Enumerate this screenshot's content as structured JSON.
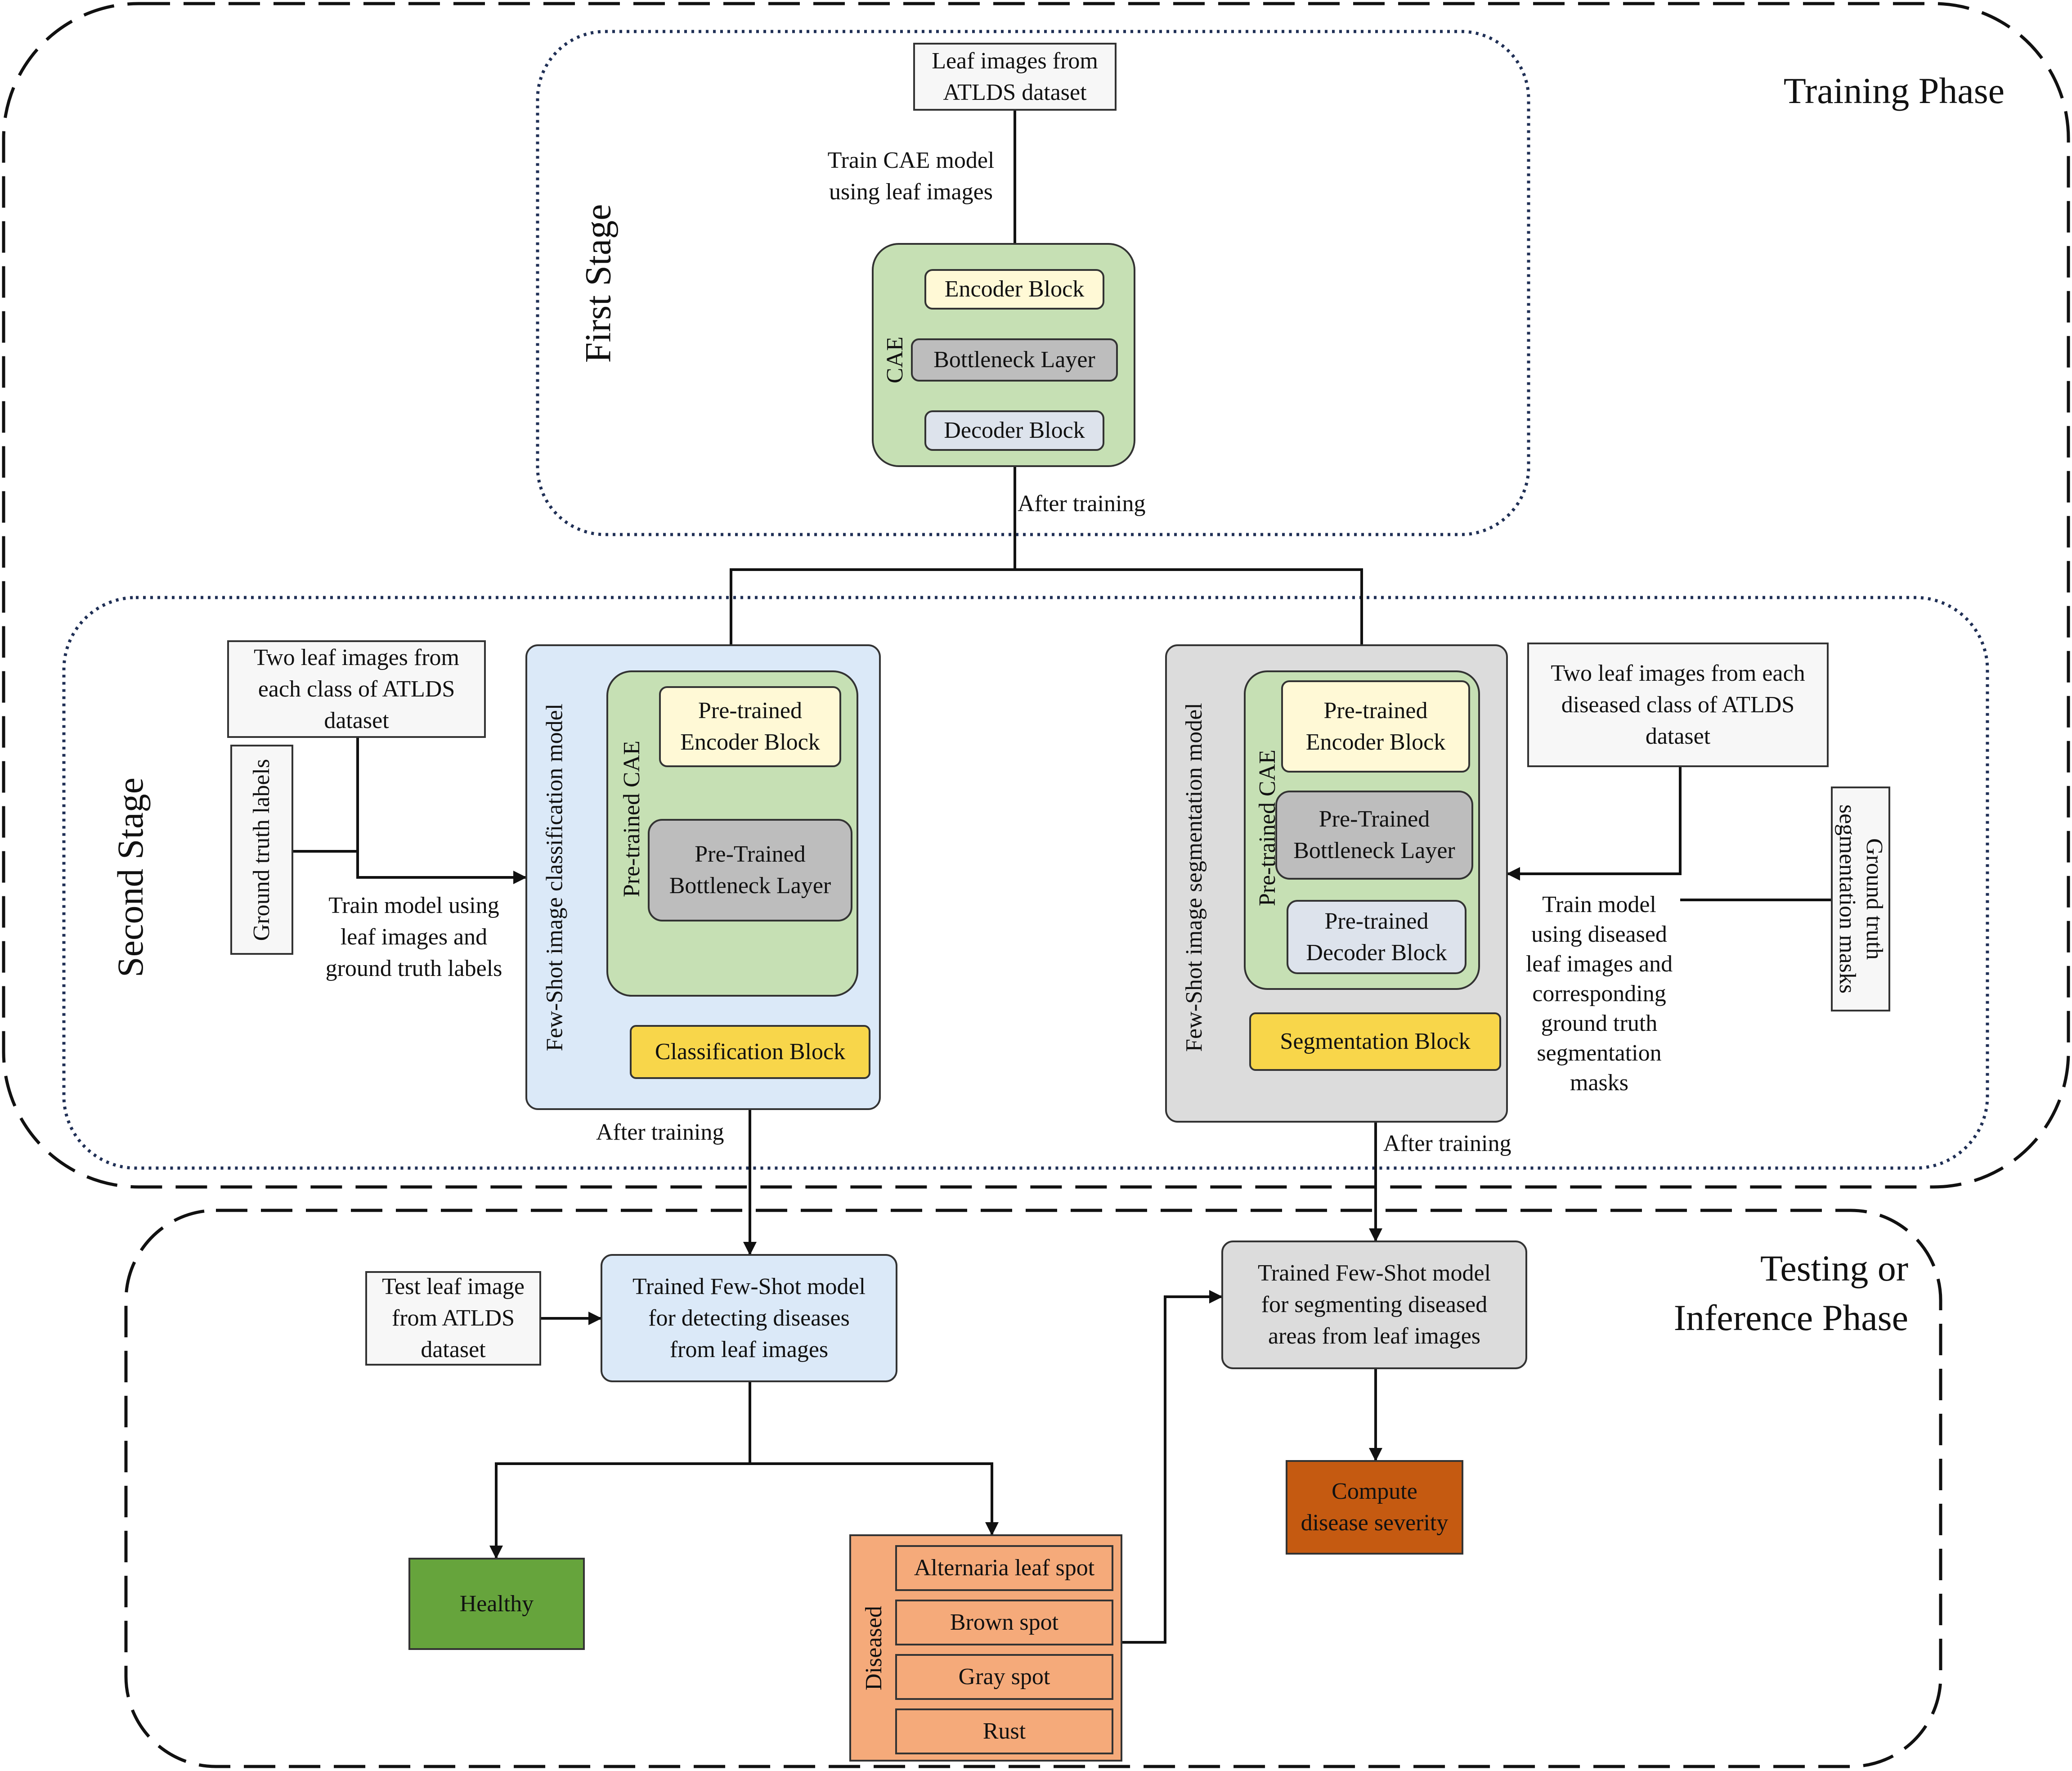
{
  "phases": {
    "training": "Training Phase",
    "testing_line1": "Testing or",
    "testing_line2": "Inference Phase"
  },
  "stages": {
    "first": "First Stage",
    "second": "Second Stage"
  },
  "first_stage": {
    "input_line1": "Leaf images from",
    "input_line2": "ATLDS dataset",
    "train_line1": "Train CAE model",
    "train_line2": "using leaf images",
    "cae_label": "CAE",
    "encoder": "Encoder Block",
    "bottleneck": "Bottleneck Layer",
    "decoder": "Decoder Block",
    "after_training": "After training"
  },
  "classification": {
    "input_line1": "Two leaf images from",
    "input_line2": "each class of ATLDS",
    "input_line3": "dataset",
    "ground_truth": "Ground truth labels",
    "train_line1": "Train model using",
    "train_line2": "leaf images and",
    "train_line3": "ground truth labels",
    "model_label": "Few-Shot image classification model",
    "cae_label": "Pre-trained CAE",
    "encoder_line1": "Pre-trained",
    "encoder_line2": "Encoder Block",
    "bottleneck_line1": "Pre-Trained",
    "bottleneck_line2": "Bottleneck Layer",
    "block": "Classification Block",
    "after_training": "After training"
  },
  "segmentation": {
    "input_line1": "Two leaf images from each",
    "input_line2": "diseased class of ATLDS",
    "input_line3": "dataset",
    "ground_truth_line1": "Ground truth",
    "ground_truth_line2": "segmentation masks",
    "train_line1": "Train model",
    "train_line2": "using diseased",
    "train_line3": "leaf images and",
    "train_line4": "corresponding",
    "train_line5": "ground truth",
    "train_line6": "segmentation",
    "train_line7": "masks",
    "model_label": "Few-Shot image segmentation model",
    "cae_label": "Pre-trained CAE",
    "encoder_line1": "Pre-trained",
    "encoder_line2": "Encoder Block",
    "bottleneck_line1": "Pre-Trained",
    "bottleneck_line2": "Bottleneck Layer",
    "decoder_line1": "Pre-trained",
    "decoder_line2": "Decoder Block",
    "block": "Segmentation Block",
    "after_training": "After training"
  },
  "inference": {
    "test_line1": "Test leaf image",
    "test_line2": "from ATLDS",
    "test_line3": "dataset",
    "detect_line1": "Trained Few-Shot model",
    "detect_line2": "for detecting diseases",
    "detect_line3": "from leaf images",
    "segment_line1": "Trained Few-Shot model",
    "segment_line2": "for segmenting diseased",
    "segment_line3": "areas from leaf images",
    "healthy": "Healthy",
    "diseased": "Diseased",
    "classes": [
      "Alternaria leaf spot",
      "Brown spot",
      "Gray spot",
      "Rust"
    ],
    "severity_line1": "Compute",
    "severity_line2": "disease severity"
  },
  "colors": {
    "healthy": "#66a43c",
    "severity": "#c55a11",
    "cae_green": "#c6e0b4"
  }
}
